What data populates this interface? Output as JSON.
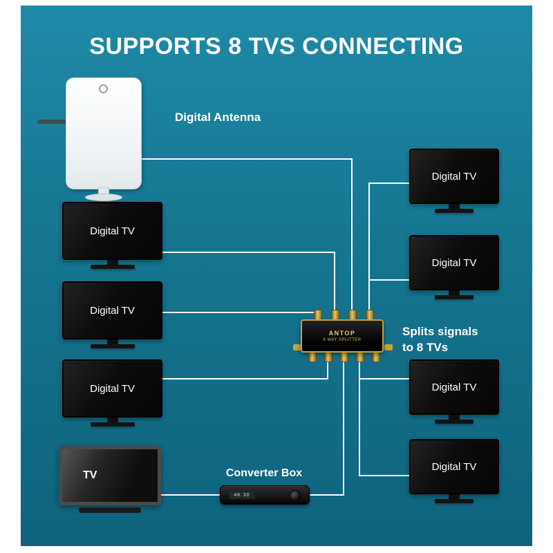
{
  "title": "SUPPORTS 8 TVS CONNECTING",
  "antenna": {
    "label": "Digital Antenna"
  },
  "splitter": {
    "brand": "ANTOP",
    "model_label": "8 WAY SPLITTER",
    "caption_line1": "Splits signals",
    "caption_line2": "to 8 TVs"
  },
  "converter": {
    "label": "Converter Box",
    "display_text": "4K 30"
  },
  "tvs": {
    "left": [
      {
        "label": "Digital TV"
      },
      {
        "label": "Digital TV"
      },
      {
        "label": "Digital TV"
      }
    ],
    "bottom_left": {
      "label": "TV"
    },
    "right": [
      {
        "label": "Digital TV"
      },
      {
        "label": "Digital TV"
      },
      {
        "label": "Digital TV"
      },
      {
        "label": "Digital TV"
      }
    ]
  },
  "colors": {
    "background": "#15758f",
    "line": "#ffffff",
    "gold": "#c8a13e",
    "tv_black": "#0d0d0d"
  }
}
